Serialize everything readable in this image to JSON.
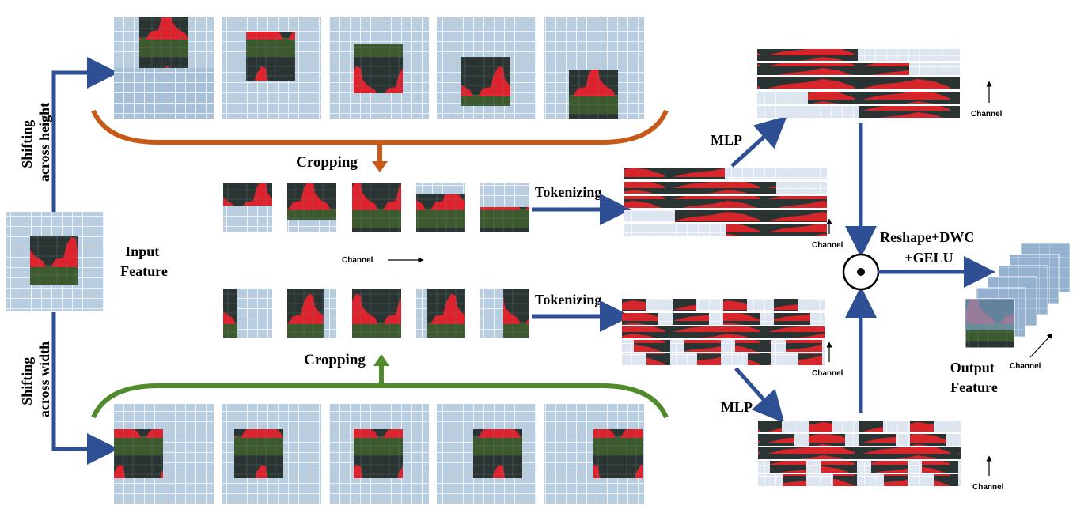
{
  "labels": {
    "shift_height": [
      "Shifting",
      "across height"
    ],
    "shift_width": [
      "Shifting",
      "across width"
    ],
    "input_feature": [
      "Input",
      "Feature"
    ],
    "cropping_top": "Cropping",
    "cropping_bottom": "Cropping",
    "tokenizing_top": "Tokenizing",
    "tokenizing_bottom": "Tokenizing",
    "channel_mid": "Channel",
    "channel_tok_top": "Channel",
    "channel_tok_bottom": "Channel",
    "channel_mlp_top": "Channel",
    "channel_mlp_bottom": "Channel",
    "channel_output": "Channel",
    "mlp_top": "MLP",
    "mlp_bottom": "MLP",
    "reshape": [
      "Reshape+DWC",
      "+GELU"
    ],
    "output_feature": [
      "Output",
      "Feature"
    ]
  },
  "colors": {
    "grid_fill": "#b9cde0",
    "grid_line": "#ffffff",
    "arrow_blue": "#2f4f94",
    "orange": "#c85a17",
    "green": "#4f8a2b",
    "object_red": "#e0202a",
    "background_dark": "#2f3d3a",
    "token_light": "#dde6f0"
  }
}
